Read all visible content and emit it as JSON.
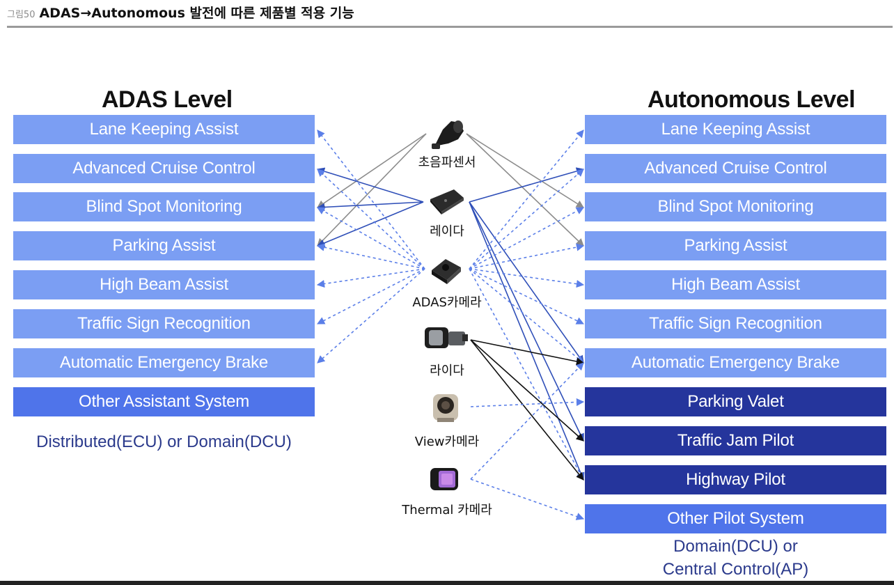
{
  "header": {
    "figure_no": "그림50",
    "title": "ADAS→Autonomous 발전에 따른 제품별 적용 기능"
  },
  "left": {
    "title": "ADAS Level",
    "items": [
      "Lane Keeping Assist",
      "Advanced Cruise Control",
      "Blind Spot Monitoring",
      "Parking Assist",
      "High Beam Assist",
      "Traffic Sign Recognition",
      "Automatic Emergency Brake",
      "Other Assistant System"
    ],
    "note": "Distributed(ECU) or Domain(DCU)"
  },
  "right": {
    "title": "Autonomous Level",
    "items": [
      "Lane Keeping Assist",
      "Advanced Cruise Control",
      "Blind Spot Monitoring",
      "Parking Assist",
      "High Beam Assist",
      "Traffic Sign Recognition",
      "Automatic Emergency Brake",
      "Parking Valet",
      "Traffic Jam Pilot",
      "Highway Pilot",
      "Other Pilot System"
    ],
    "note_line1": "Domain(DCU) or",
    "note_line2": "Central Control(AP)"
  },
  "sensors": [
    {
      "label": "초음파센서",
      "icon": "ultrasonic-sensor-icon"
    },
    {
      "label": "레이다",
      "icon": "radar-icon"
    },
    {
      "label": "ADAS카메라",
      "icon": "adas-camera-icon"
    },
    {
      "label": "라이다",
      "icon": "lidar-icon"
    },
    {
      "label": "View카메라",
      "icon": "view-camera-icon"
    },
    {
      "label": "Thermal 카메라",
      "icon": "thermal-camera-icon"
    }
  ],
  "colors": {
    "adas_box": "#7b9ef3",
    "other_box": "#4f74ea",
    "pilot_box": "#25359c",
    "ultrasonic_link": "#8c8c8c",
    "radar_link": "#2f4fb8",
    "camera_link": "#5b7fe8",
    "lidar_link": "#111111"
  },
  "connections": {
    "ultrasonic": {
      "left": [
        2,
        3
      ],
      "right": [
        2,
        3
      ]
    },
    "radar": {
      "left": [
        1,
        2,
        3
      ],
      "right": [
        1,
        6,
        8,
        9
      ]
    },
    "adas_camera": {
      "left": [
        0,
        1,
        2,
        3,
        4,
        5,
        6
      ],
      "right": [
        0,
        1,
        2,
        3,
        4,
        5,
        6,
        9
      ]
    },
    "lidar": {
      "right": [
        6,
        8,
        9
      ]
    },
    "view_camera": {
      "right": [
        7
      ]
    },
    "thermal_camera": {
      "right": [
        6,
        10
      ]
    }
  }
}
